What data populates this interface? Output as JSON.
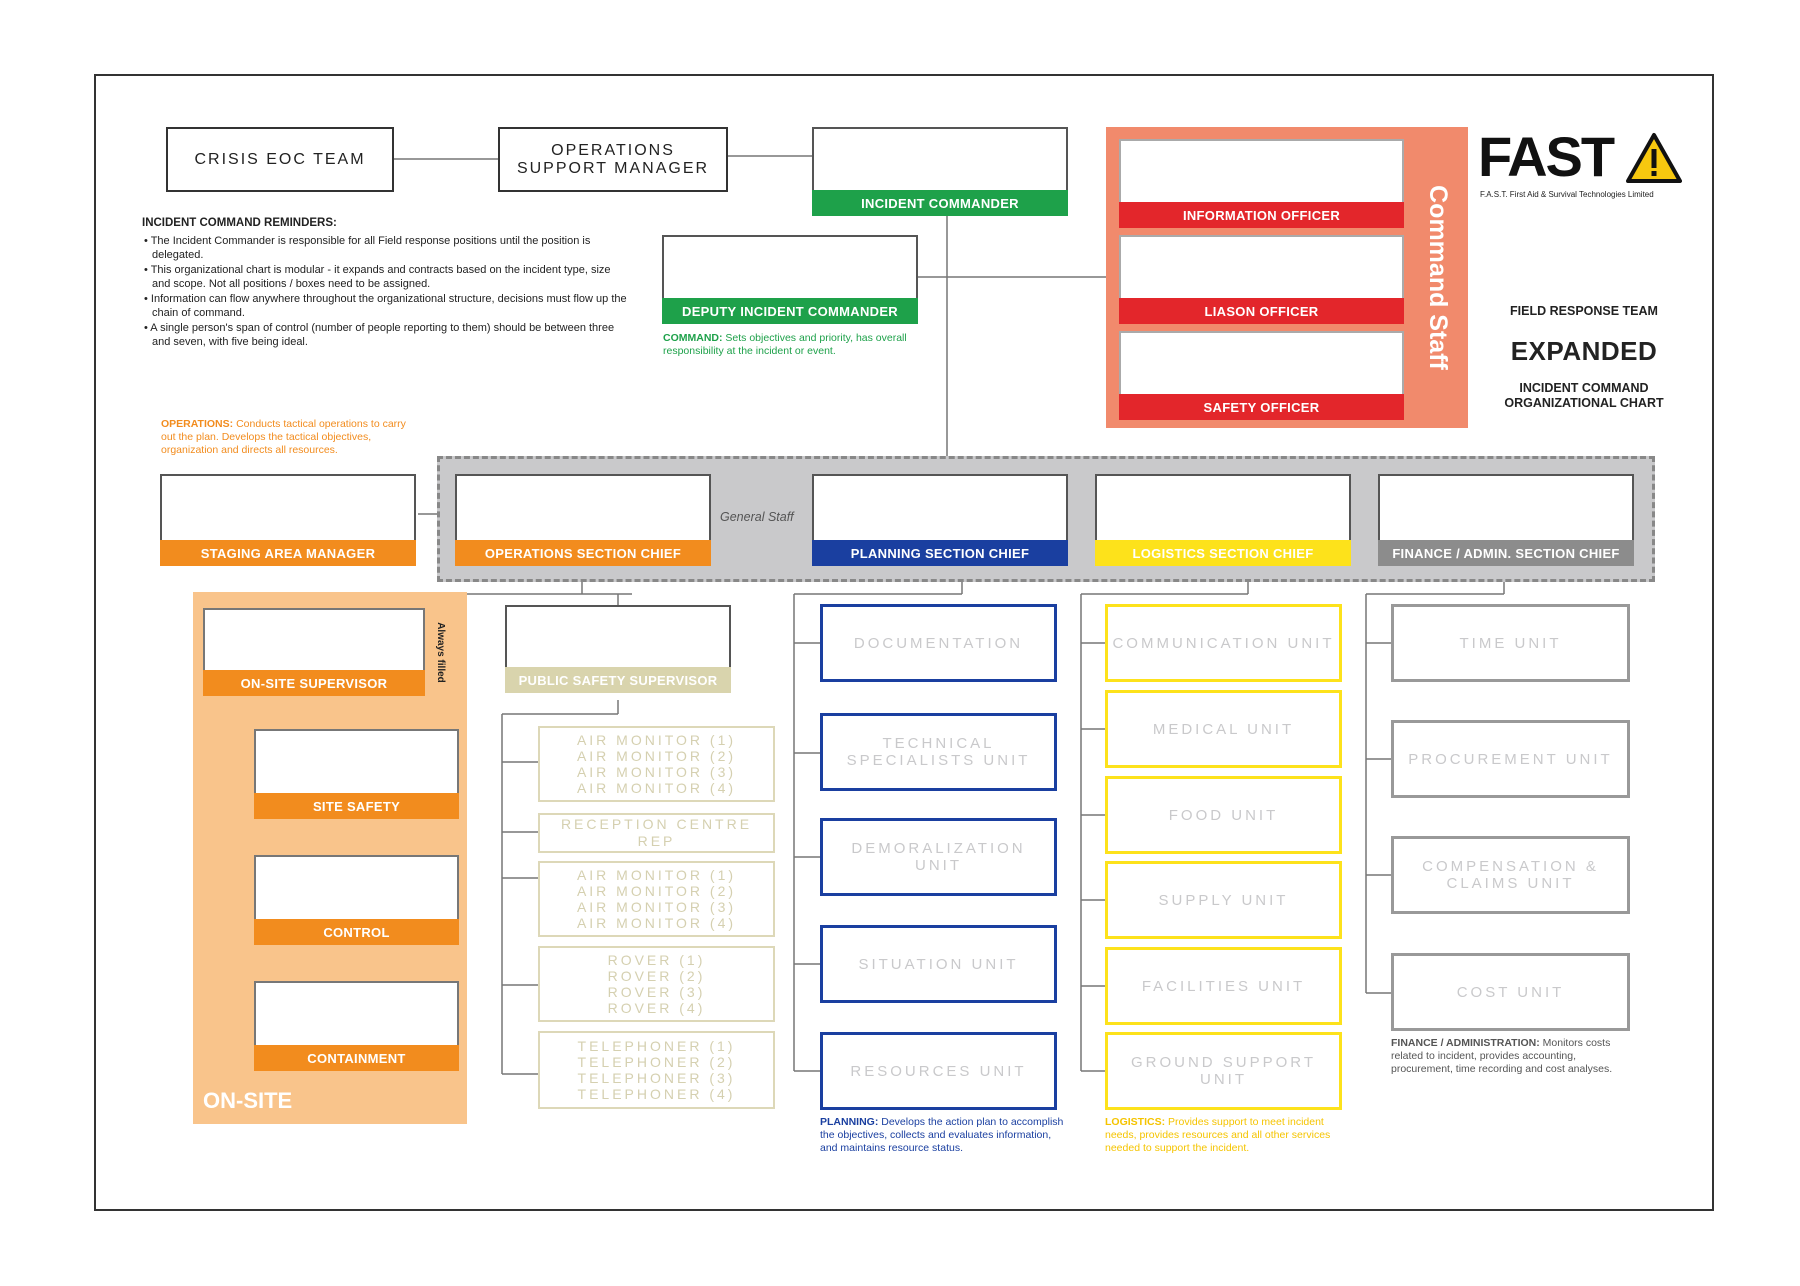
{
  "colors": {
    "green": "#1ea14a",
    "red": "#e3262b",
    "orange": "#f28c1e",
    "blue": "#1a3fa0",
    "yellow": "#fde21b",
    "grey": "#8c8c8c",
    "khaki": "#d9d4ad",
    "salmon": "#f18a6c",
    "onsite_bg": "#f9c48b",
    "general_staff_bg": "#c9c9cb"
  },
  "top": {
    "crisis_eoc": "CRISIS EOC TEAM",
    "ops_support": "OPERATIONS SUPPORT MANAGER",
    "incident_commander": "INCIDENT COMMANDER",
    "deputy_incident_commander": "DEPUTY INCIDENT COMMANDER"
  },
  "command_note": {
    "label": "COMMAND:",
    "text": " Sets objectives and priority, has overall responsibility at the incident or event."
  },
  "reminders": {
    "title": "INCIDENT COMMAND REMINDERS:",
    "items": [
      "• The Incident Commander is responsible for all Field response positions until the position is delegated.",
      "• This organizational chart is modular - it expands and contracts based on the incident type, size and scope. Not all positions / boxes need to be assigned.",
      "• Information can flow anywhere throughout the organizational structure, decisions must flow up the chain of command.",
      "• A single person's span of control (number of people reporting to them) should be between three and seven, with five being ideal."
    ]
  },
  "command_staff": {
    "title": "Command Staff",
    "positions": [
      "INFORMATION OFFICER",
      "LIASON OFFICER",
      "SAFETY OFFICER"
    ]
  },
  "brand": {
    "logo_text": "FAST",
    "logo_icon": "warning-triangle-icon",
    "tagline": "F.A.S.T. First Aid & Survival Technologies Limited"
  },
  "chart_title": {
    "line1": "FIELD RESPONSE TEAM",
    "line2": "EXPANDED",
    "line3": "INCIDENT COMMAND",
    "line4": "ORGANIZATIONAL CHART"
  },
  "operations_note": {
    "label": "OPERATIONS:",
    "text": " Conducts tactical operations to carry out the plan. Develops the tactical objectives, organization and directs all resources."
  },
  "general_staff": {
    "label": "General Staff",
    "staging": "STAGING AREA MANAGER",
    "operations": "OPERATIONS SECTION CHIEF",
    "planning": "PLANNING SECTION CHIEF",
    "logistics": "LOGISTICS SECTION CHIEF",
    "finance": "FINANCE / ADMIN. SECTION CHIEF"
  },
  "onsite": {
    "title": "ON-SITE",
    "supervisor": "ON-SITE SUPERVISOR",
    "always_filled": "Always filled",
    "subs": [
      "SITE SAFETY",
      "CONTROL",
      "CONTAINMENT"
    ]
  },
  "public_safety": {
    "supervisor": "PUBLIC SAFETY SUPERVISOR",
    "groups": [
      "AIR MONITOR (1)\nAIR MONITOR (2)\nAIR MONITOR (3)\nAIR MONITOR (4)",
      "RECEPTION CENTRE REP",
      "AIR MONITOR (1)\nAIR MONITOR (2)\nAIR MONITOR (3)\nAIR MONITOR (4)",
      "ROVER (1)\nROVER (2)\nROVER (3)\nROVER (4)",
      "TELEPHONER (1)\nTELEPHONER (2)\nTELEPHONER (3)\nTELEPHONER (4)"
    ]
  },
  "planning_units": [
    "DOCUMENTATION",
    "TECHNICAL SPECIALISTS UNIT",
    "DEMORALIZATION UNIT",
    "SITUATION UNIT",
    "RESOURCES UNIT"
  ],
  "planning_note": {
    "label": "PLANNING:",
    "text": " Develops the action plan to accomplish the objectives, collects and evaluates information, and maintains resource status."
  },
  "logistics_units": [
    "COMMUNICATION UNIT",
    "MEDICAL UNIT",
    "FOOD UNIT",
    "SUPPLY UNIT",
    "FACILITIES UNIT",
    "GROUND SUPPORT UNIT"
  ],
  "logistics_note": {
    "label": "LOGISTICS:",
    "text": " Provides support to meet incident needs, provides resources and all other services needed to support the incident."
  },
  "finance_units": [
    "TIME UNIT",
    "PROCUREMENT UNIT",
    "COMPENSATION & CLAIMS UNIT",
    "COST UNIT"
  ],
  "finance_note": {
    "label": "FINANCE / ADMINISTRATION:",
    "text": " Monitors costs related to incident, provides accounting, procurement, time recording and cost analyses."
  }
}
